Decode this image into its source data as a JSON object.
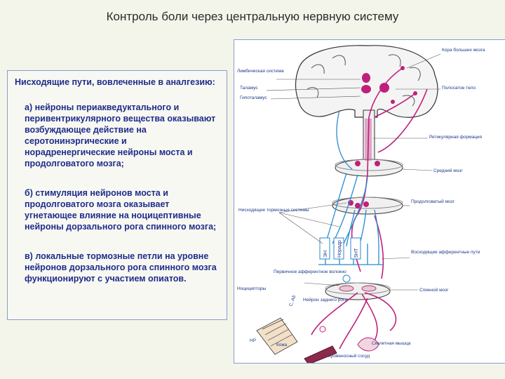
{
  "title": "Контроль боли через центральную нервную систему",
  "text_panel": {
    "heading": "Нисходящие   пути, вовлеченные в аналгезию:",
    "item_a": "а) нейроны периакведуктального и перивентрикулярного вещества   оказывают возбуждающее действие на серотонинэргические и норадренергические нейроны моста и продолговатого мозга;",
    "item_b": "б) стимуляция  нейронов  моста  и продолговатого мозга оказывает угнетающее влияние на  ноцицептивные нейроны дорзального рога  спинного мозга;",
    "item_c": "в) локальные тормозные петли на уровне нейронов дорзального рога спинного мозга функционируют с участием опиатов."
  },
  "diagram": {
    "labels": {
      "limbic": "Лимбическая система",
      "thalamus": "Таламус",
      "hypothalamus": "Гипоталамус",
      "cortex": "Кора больших мозга",
      "striatum": "Полосатое тело",
      "reticular": "Ретикулярная формация",
      "midbrain": "Средний мозг",
      "medulla": "Продолговатый мозг",
      "descending": "Нисходящие тормозные системы",
      "ascending": "Восходящие афферентные пути",
      "primary_afferent": "Первичное афферентное волокно",
      "nociceptors": "Ноцицепторы",
      "dorsal_horn": "Нейрон заднего рога",
      "spinal_cord": "Спинной мозг",
      "skin": "Кожа",
      "blood_vessel": "Кровеносный сосуд",
      "muscle": "Скелетная мышца",
      "np": "НР",
      "fibers": "С, Аδ",
      "enk": "ЭН",
      "noradr": "Норадр",
      "serot": "5НТ"
    }
  }
}
